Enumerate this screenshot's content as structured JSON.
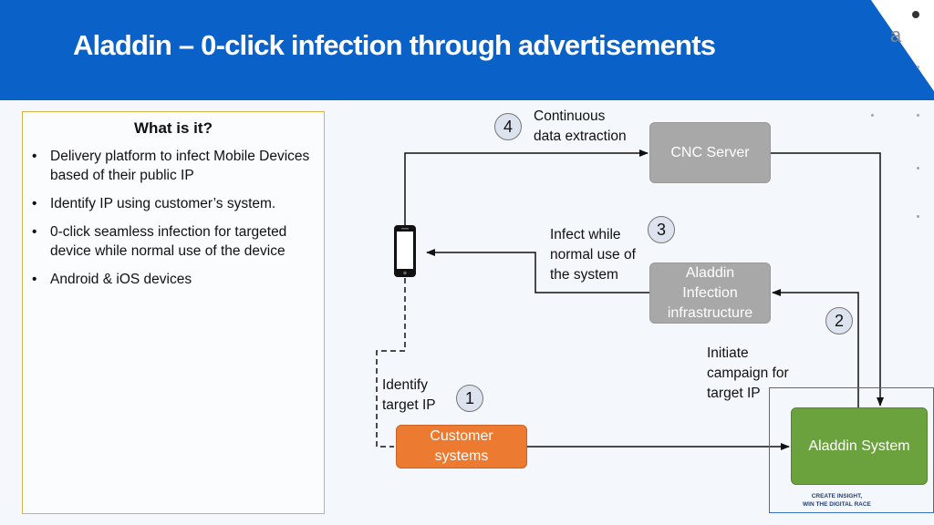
{
  "slide": {
    "title": "Aladdin – 0-click infection through advertisements",
    "logo_glyph": "a",
    "tagline_line1": "CREATE INSIGHT,",
    "tagline_line2": "WIN THE DIGITAL RACE"
  },
  "panel": {
    "heading": "What is it?",
    "bullets": [
      "Delivery platform to infect Mobile Devices based of their public IP",
      "Identify IP using customer’s system.",
      "0-click seamless infection for targeted device while normal use of the device",
      "Android & iOS devices"
    ]
  },
  "nodes": {
    "cnc": "CNC Server",
    "infect": [
      "Aladdin",
      "Infection",
      "infrastructure"
    ],
    "customer": [
      "Customer",
      "systems"
    ],
    "system": "Aladdin System"
  },
  "steps": [
    {
      "number": "1",
      "label": [
        "Identify",
        "target IP"
      ]
    },
    {
      "number": "2",
      "label": [
        "Initiate",
        "campaign for",
        "target IP"
      ]
    },
    {
      "number": "3",
      "label": [
        "Infect while",
        "normal use of",
        "the system"
      ]
    },
    {
      "number": "4",
      "label": [
        "Continuous",
        "data extraction"
      ]
    }
  ],
  "colors": {
    "header_blue": "#0a62c9",
    "gray_node": "#a8a8a8",
    "orange_node": "#ec7a31",
    "green_node": "#6ca23e",
    "panel_border": "#d9b24a"
  }
}
